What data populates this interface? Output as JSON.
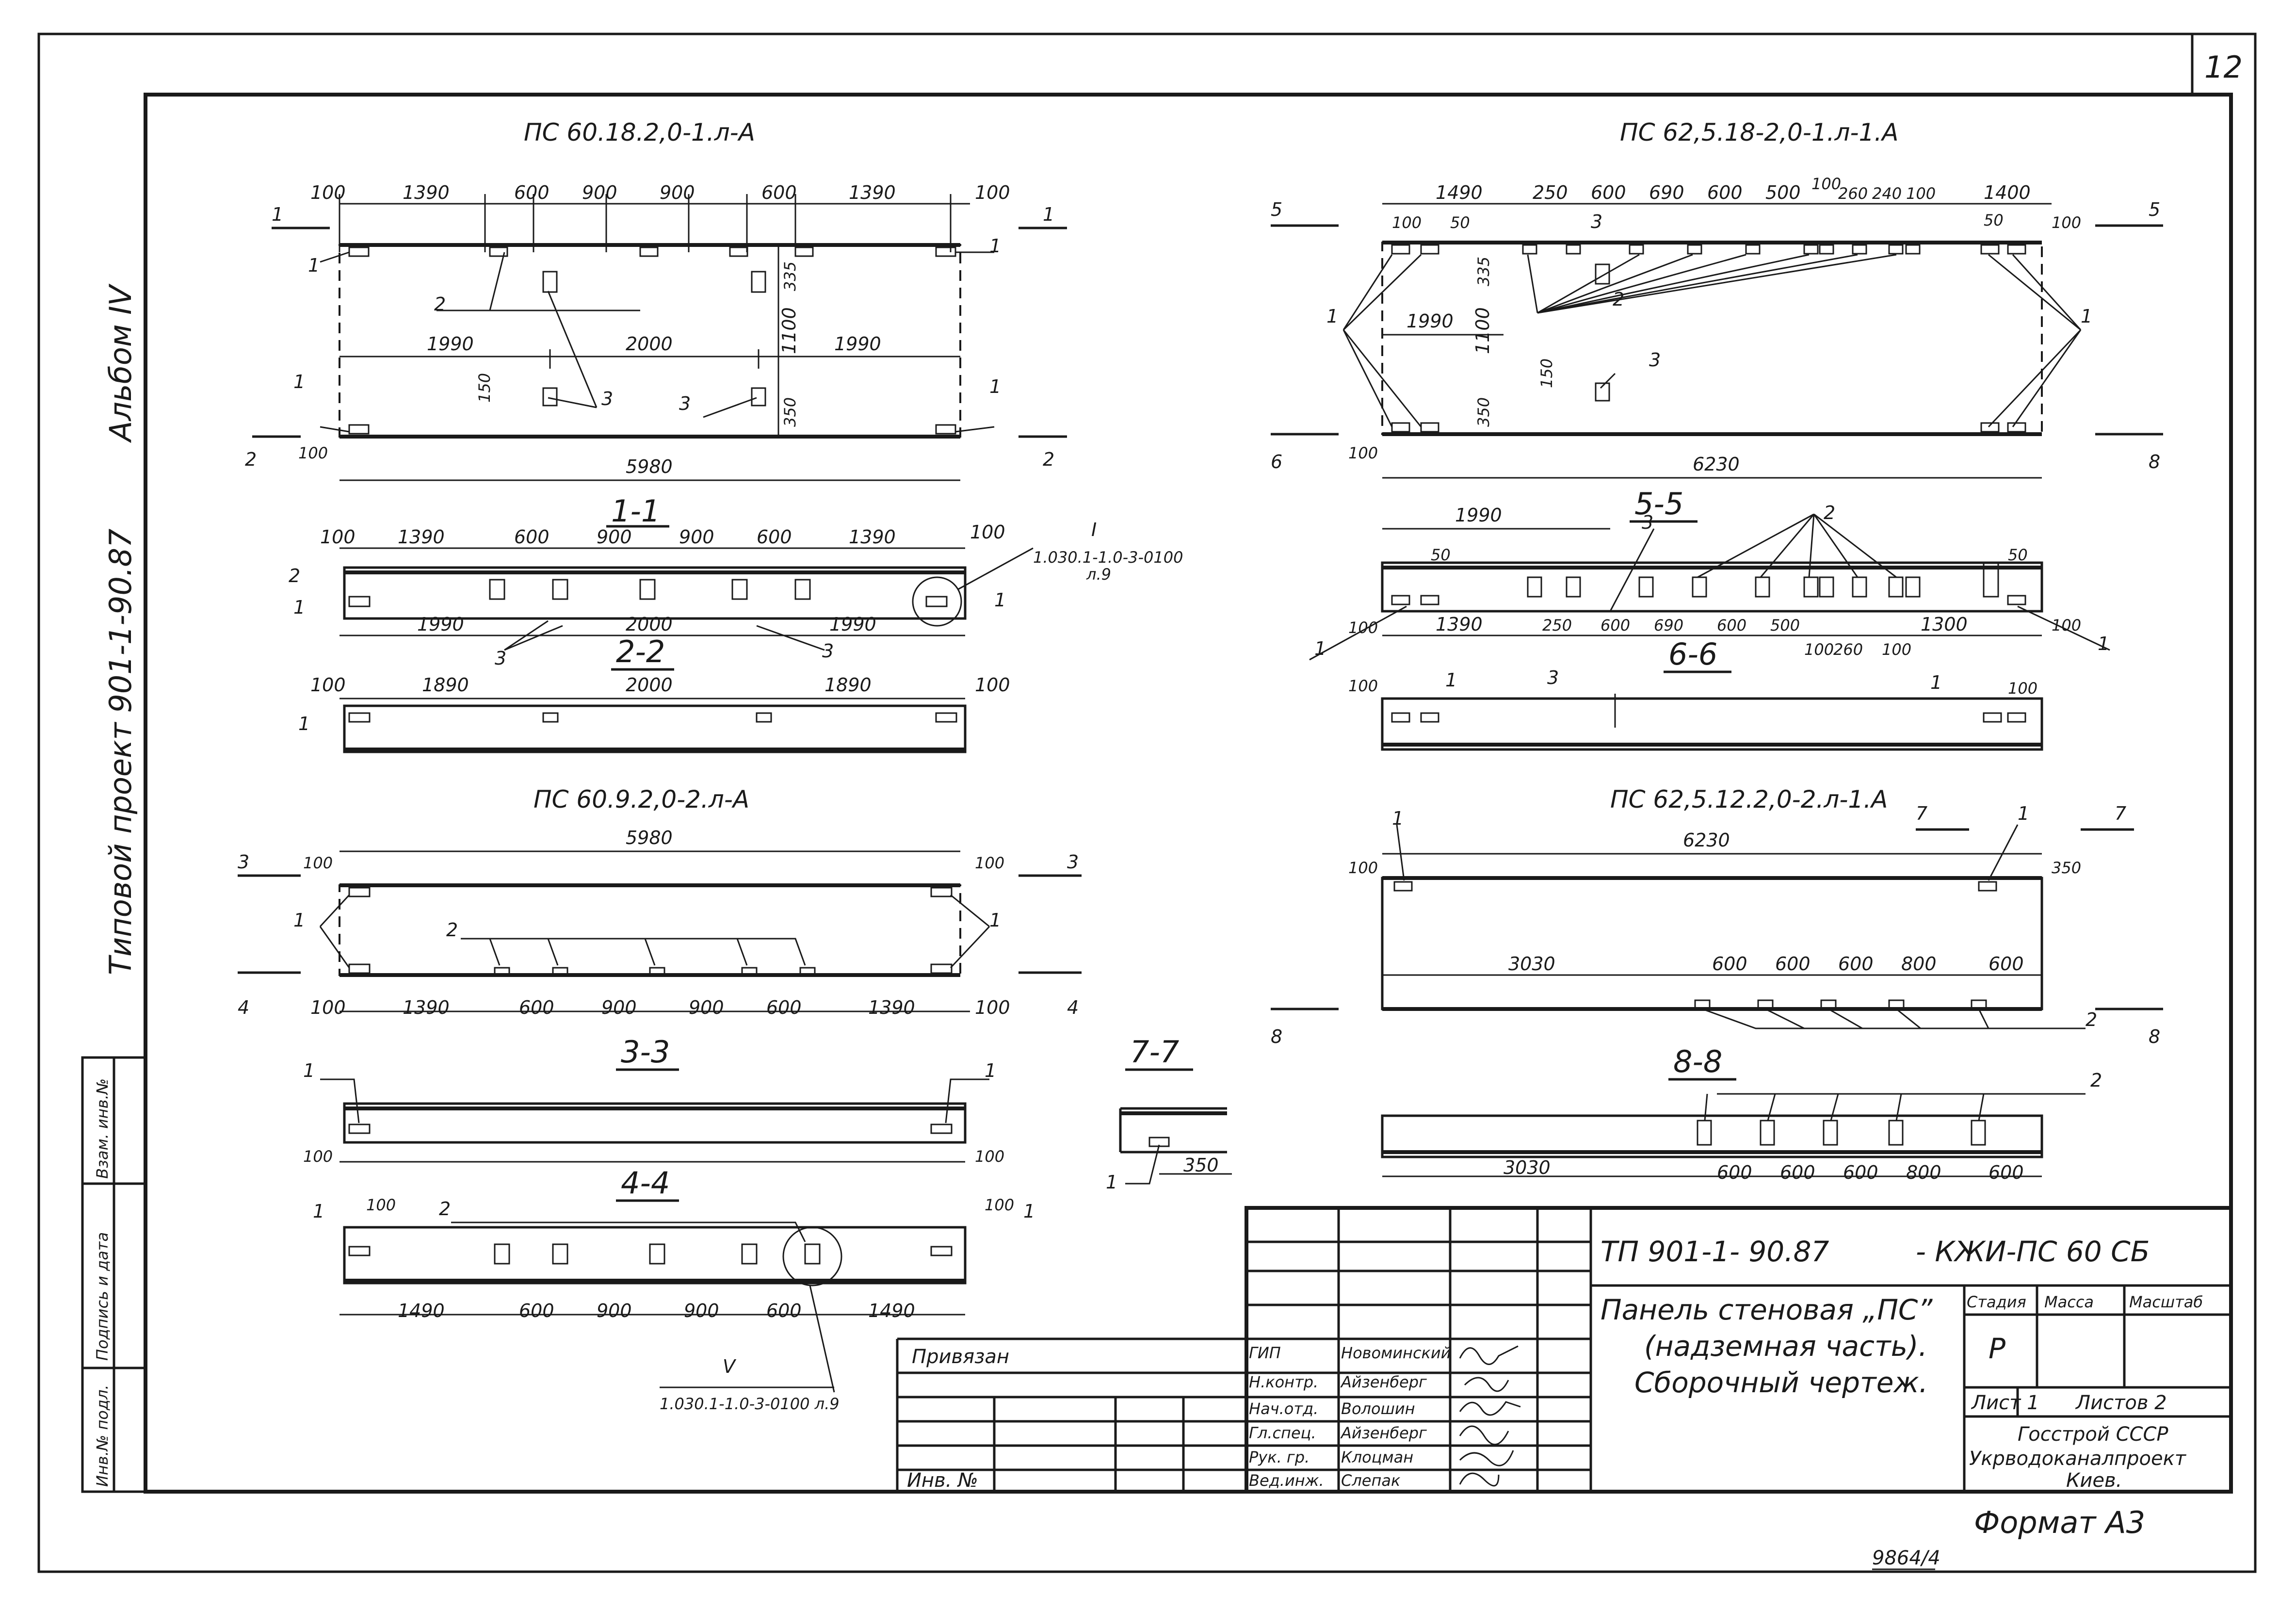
{
  "sheet": {
    "sheet_no": "12",
    "album": "Альбом IV",
    "project": "Типовой проект 901-1-90.87",
    "format": "Формат А3",
    "archive_no": "9864/4"
  },
  "side_strip": {
    "vzam": "Взам. инв.№",
    "podpis": "Подпись и дата",
    "inv": "Инв.№ подл."
  },
  "panels": {
    "p1": {
      "title": "ПС 60.18.2,0-1.л-А",
      "top_dims": [
        "100",
        "1390",
        "600",
        "900",
        "900",
        "600",
        "1390",
        "100"
      ],
      "mid_dims": [
        "1990",
        "2000",
        "1990"
      ],
      "total": "5980",
      "v_dims": [
        "335",
        "1100",
        "350"
      ],
      "d150": "150",
      "d100": "100"
    },
    "p2": {
      "title": "ПС 62,5.18-2,0-1.л-1.А",
      "top_dims": [
        "1490",
        "250",
        "600",
        "690",
        "600",
        "500",
        "100",
        "260",
        "240",
        "100",
        "1400"
      ],
      "d50": "50",
      "d100": "100",
      "mid": "1990",
      "total": "6230",
      "v_dims": [
        "335",
        "1100",
        "350"
      ],
      "d150": "150"
    },
    "p3": {
      "title": "ПС 60.9.2,0-2.л-А",
      "total": "5980",
      "d100": "100",
      "bot_dims": [
        "100",
        "1390",
        "600",
        "900",
        "900",
        "600",
        "1390",
        "100"
      ]
    },
    "p4": {
      "title": "ПС 62,5.12.2,0-2.л-1.А",
      "total": "6230",
      "d100": "100",
      "d350": "350",
      "mid": "3030",
      "bot_dims": [
        "600",
        "600",
        "600",
        "800",
        "600"
      ]
    }
  },
  "sections": {
    "s11": {
      "label": "1-1",
      "top_dims": [
        "100",
        "1390",
        "600",
        "900",
        "900",
        "600",
        "1390",
        "100"
      ],
      "bot_dims": [
        "1990",
        "2000",
        "1990"
      ],
      "ref_mark": "I",
      "ref_text": "1.030.1-1.0-3-0100",
      "ref_sheet": "л.9"
    },
    "s22": {
      "label": "2-2",
      "dims": [
        "100",
        "1890",
        "2000",
        "1890",
        "100"
      ]
    },
    "s33": {
      "label": "3-3",
      "d100": "100"
    },
    "s44": {
      "label": "4-4",
      "d100": "100",
      "dims": [
        "1490",
        "600",
        "900",
        "900",
        "600",
        "1490"
      ],
      "ref_mark": "V",
      "ref_text": "1.030.1-1.0-3-0100 л.9"
    },
    "s55": {
      "label": "5-5",
      "d1990": "1990",
      "d50": "50",
      "d100": "100",
      "dims": [
        "1390",
        "250",
        "600",
        "690",
        "600",
        "500",
        "100",
        "260",
        "100",
        "1300"
      ]
    },
    "s66": {
      "label": "6-6",
      "d100": "100"
    },
    "s77": {
      "label": "7-7",
      "d350": "350"
    },
    "s88": {
      "label": "8-8",
      "mid": "3030",
      "dims": [
        "600",
        "600",
        "600",
        "800",
        "600"
      ]
    }
  },
  "marks": [
    "1",
    "2",
    "3",
    "4",
    "5",
    "6",
    "7",
    "8"
  ],
  "title_block": {
    "code": "ТП 901-1- 90.87",
    "doc_code": "- КЖИ-ПС 60 СБ",
    "name_lines": [
      "Панель стеновая „ПС”",
      "(надземная часть).",
      "Сборочный чертеж."
    ],
    "stage_h": "Стадия",
    "mass_h": "Масса",
    "scale_h": "Масштаб",
    "stage": "Р",
    "sheet": "Лист 1",
    "sheets": "Листов 2",
    "org_lines": [
      "Госстрой СССР",
      "Укрводоканалпроект",
      "Киев."
    ],
    "privyazan": "Привязан",
    "inv_no": "Инв. №",
    "staff": [
      {
        "role": "ГИП",
        "name": "Новоминский"
      },
      {
        "role": "Н.контр.",
        "name": "Айзенберг"
      },
      {
        "role": "Нач.отд.",
        "name": "Волошин"
      },
      {
        "role": "Гл.спец.",
        "name": "Айзенберг"
      },
      {
        "role": "Рук. гр.",
        "name": "Клоцман"
      },
      {
        "role": "Вед.инж.",
        "name": "Слепак"
      }
    ]
  }
}
